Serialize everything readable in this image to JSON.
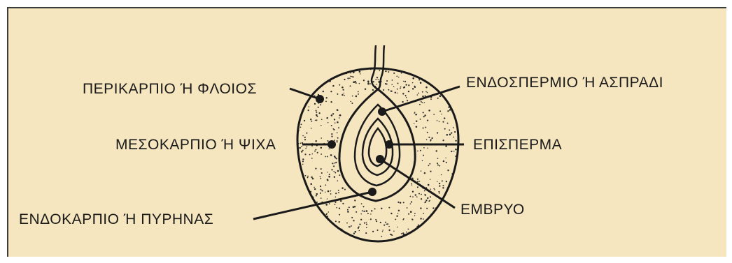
{
  "labels": {
    "pericarp": "ΠΕΡΙΚΑΡΠΙΟ Ή ΦΛΟΙΟΣ",
    "mesocarp": "ΜΕΣΟΚΑΡΠΙΟ Ή ΨΙΧΑ",
    "endocarp": "ΕΝΔΟΚΑΡΠΙΟ Ή ΠΥΡΗΝΑΣ",
    "endosperm": "ΕΝΔΟΣΠΕΡΜΙΟ Ή ΑΣΠΡΑΔΙ",
    "seed_coat": "ΕΠΙΣΠΕΡΜΑ",
    "embryo": "ΕΜΒΡΥΟ"
  },
  "colors": {
    "background": "#f6e6bf",
    "ink": "#1a1a1a"
  }
}
